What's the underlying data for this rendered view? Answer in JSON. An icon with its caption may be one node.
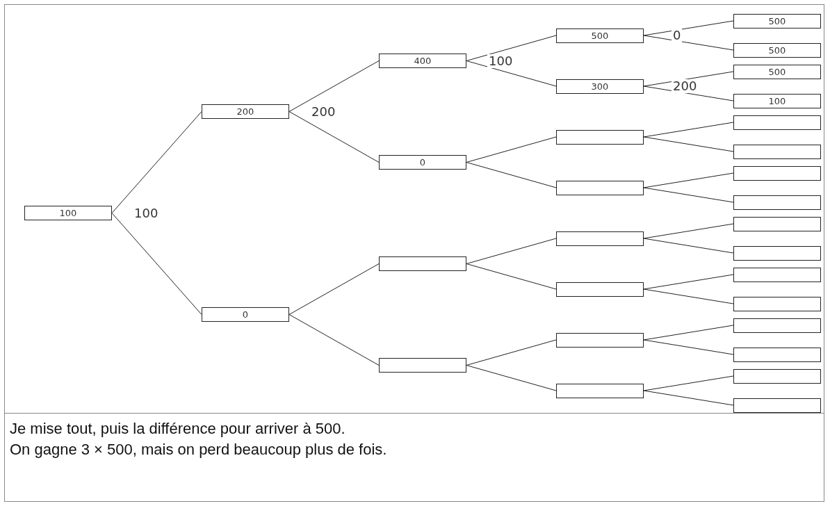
{
  "diagram": {
    "nodes": [
      {
        "text": [
          "100"
        ],
        "beside": [
          "100"
        ]
      },
      {
        "text": [
          "200"
        ],
        "beside": [
          "200"
        ]
      },
      {
        "text": [
          "0"
        ]
      },
      {
        "text": [
          "400"
        ],
        "beside": [
          "100"
        ]
      },
      {
        "text": [
          "0"
        ]
      },
      {
        "text": [],
        "shape": "box"
      },
      {
        "text": [],
        "shape": "box"
      },
      {
        "text": [
          "500"
        ],
        "beside": [
          "0"
        ]
      },
      {
        "text": [
          "300"
        ],
        "beside": [
          "200"
        ]
      },
      {
        "text": [],
        "shape": "box"
      },
      {
        "text": [],
        "shape": "box"
      },
      {
        "text": [],
        "shape": "box"
      },
      {
        "text": [],
        "shape": "box"
      },
      {
        "text": [],
        "shape": "box"
      },
      {
        "text": [],
        "shape": "box"
      },
      {
        "text": [
          "500"
        ]
      },
      {
        "text": [
          "500"
        ]
      },
      {
        "text": [
          "500"
        ]
      },
      {
        "text": [
          "100"
        ]
      },
      {
        "text": [],
        "shape": "box"
      },
      {
        "text": [],
        "shape": "box"
      },
      {
        "text": [],
        "shape": "box"
      },
      {
        "text": [],
        "shape": "box"
      },
      {
        "text": [],
        "shape": "box"
      },
      {
        "text": [],
        "shape": "box"
      },
      {
        "text": [],
        "shape": "box"
      },
      {
        "text": [],
        "shape": "box"
      },
      {
        "text": [],
        "shape": "box"
      },
      {
        "text": [],
        "shape": "box"
      },
      {
        "text": [],
        "shape": "box"
      },
      {
        "text": [],
        "shape": "box"
      }
    ],
    "edges": [
      {
        "from": 0,
        "to": 1,
        "arrow": "none"
      },
      {
        "from": 0,
        "to": 2,
        "arrow": "none"
      },
      {
        "from": 1,
        "to": 3,
        "arrow": "none"
      },
      {
        "from": 1,
        "to": 4,
        "arrow": "none"
      },
      {
        "from": 2,
        "to": 5,
        "arrow": "none"
      },
      {
        "from": 2,
        "to": 6,
        "arrow": "none"
      },
      {
        "from": 3,
        "to": 7,
        "arrow": "none"
      },
      {
        "from": 3,
        "to": 8,
        "arrow": "none"
      },
      {
        "from": 4,
        "to": 9,
        "arrow": "none"
      },
      {
        "from": 4,
        "to": 10,
        "arrow": "none"
      },
      {
        "from": 5,
        "to": 11,
        "arrow": "none"
      },
      {
        "from": 5,
        "to": 12,
        "arrow": "none"
      },
      {
        "from": 6,
        "to": 13,
        "arrow": "none"
      },
      {
        "from": 6,
        "to": 14,
        "arrow": "none"
      },
      {
        "from": 7,
        "to": 15,
        "arrow": "none"
      },
      {
        "from": 7,
        "to": 16,
        "arrow": "none"
      },
      {
        "from": 8,
        "to": 17,
        "arrow": "none"
      },
      {
        "from": 8,
        "to": 18,
        "arrow": "none"
      },
      {
        "from": 9,
        "to": 19,
        "arrow": "none"
      },
      {
        "from": 9,
        "to": 20,
        "arrow": "none"
      },
      {
        "from": 10,
        "to": 21,
        "arrow": "none"
      },
      {
        "from": 10,
        "to": 22,
        "arrow": "none"
      },
      {
        "from": 11,
        "to": 23,
        "arrow": "none"
      },
      {
        "from": 11,
        "to": 24,
        "arrow": "none"
      },
      {
        "from": 12,
        "to": 25,
        "arrow": "none"
      },
      {
        "from": 12,
        "to": 26,
        "arrow": "none"
      },
      {
        "from": 13,
        "to": 27,
        "arrow": "none"
      },
      {
        "from": 13,
        "to": 28,
        "arrow": "none"
      },
      {
        "from": 14,
        "to": 29,
        "arrow": "none"
      },
      {
        "from": 14,
        "to": 30,
        "arrow": "none"
      }
    ],
    "labels": [
      "Je mise tout, puis la différence pour arriver à 500.",
      "On gagne 3 × 500, mais on perd beaucoup plus de fois."
    ]
  }
}
